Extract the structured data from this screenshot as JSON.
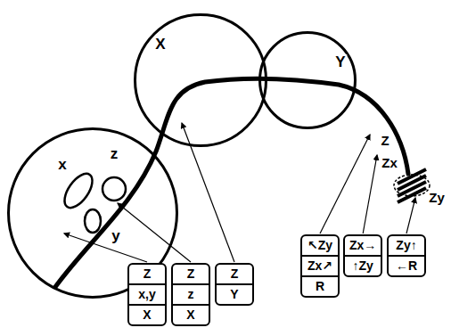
{
  "diagram": {
    "nodes": [
      {
        "text": [
          "x",
          "z",
          "y"
        ]
      },
      {
        "text": [
          "X"
        ]
      },
      {
        "text": [
          "Y"
        ]
      },
      {
        "text": [
          "Z",
          "x,y",
          "X"
        ]
      },
      {
        "text": [
          "Z",
          "z",
          "X"
        ]
      },
      {
        "text": [
          "Z",
          "Y"
        ]
      },
      {
        "text": [
          "↖Zy",
          "Zx↗",
          "R"
        ]
      },
      {
        "text": [
          "Zx→",
          "↑Zy"
        ]
      },
      {
        "text": [
          "Zy↑",
          "←R"
        ]
      }
    ],
    "labels": [
      "Z",
      "Zx",
      "Zy"
    ]
  }
}
